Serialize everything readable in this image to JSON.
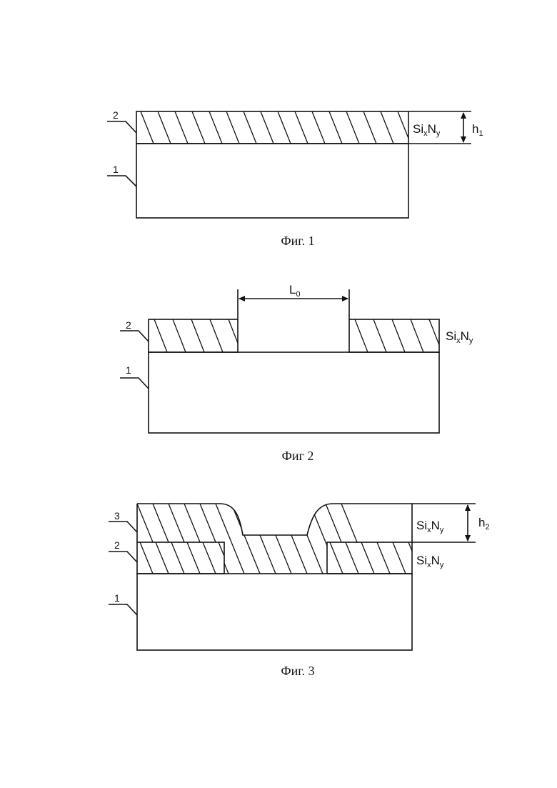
{
  "figures": [
    {
      "caption": "Фиг. 1",
      "layers": [
        {
          "ref": "1"
        },
        {
          "ref": "2",
          "material_base": "Si",
          "material_sub1": "x",
          "material_mid": "N",
          "material_sub2": "y"
        }
      ],
      "dimension": {
        "base": "h",
        "sub": "1"
      }
    },
    {
      "caption": "Фиг 2",
      "layers": [
        {
          "ref": "1"
        },
        {
          "ref": "2",
          "material_base": "Si",
          "material_sub1": "x",
          "material_mid": "N",
          "material_sub2": "y"
        }
      ],
      "dimension": {
        "base": "L",
        "sub": "0"
      }
    },
    {
      "caption": "Фиг. 3",
      "layers": [
        {
          "ref": "1"
        },
        {
          "ref": "2",
          "material_base": "Si",
          "material_sub1": "x",
          "material_mid": "N",
          "material_sub2": "y"
        },
        {
          "ref": "3",
          "material_base": "Si",
          "material_sub1": "x",
          "material_mid": "N",
          "material_sub2": "y"
        }
      ],
      "dimension": {
        "base": "h",
        "sub": "2"
      }
    }
  ]
}
